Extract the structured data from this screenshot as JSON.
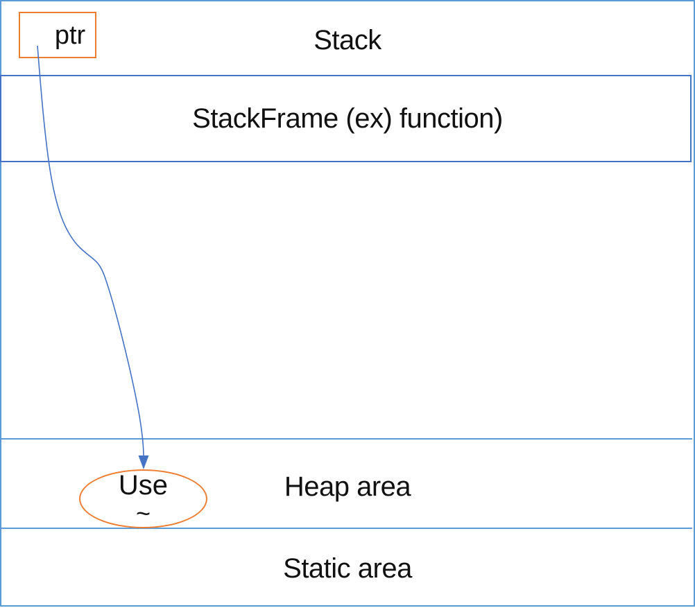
{
  "memory_layout": {
    "sections": [
      {
        "id": "stack",
        "label": "Stack"
      },
      {
        "id": "stackframe",
        "label": "StackFrame (ex) function)"
      },
      {
        "id": "free",
        "label": ""
      },
      {
        "id": "heap",
        "label": "Heap area"
      },
      {
        "id": "static",
        "label": "Static area"
      }
    ],
    "pointer_box": {
      "label": "ptr"
    },
    "use_ellipse": {
      "line1": "Use",
      "line2": "~"
    },
    "arrow": {
      "from": "ptr",
      "to": "Use"
    },
    "colors": {
      "outer_blue": "#5B9BD5",
      "inner_blue": "#4472C4",
      "accent_orange": "#ED7D31",
      "text": "#111111"
    }
  }
}
